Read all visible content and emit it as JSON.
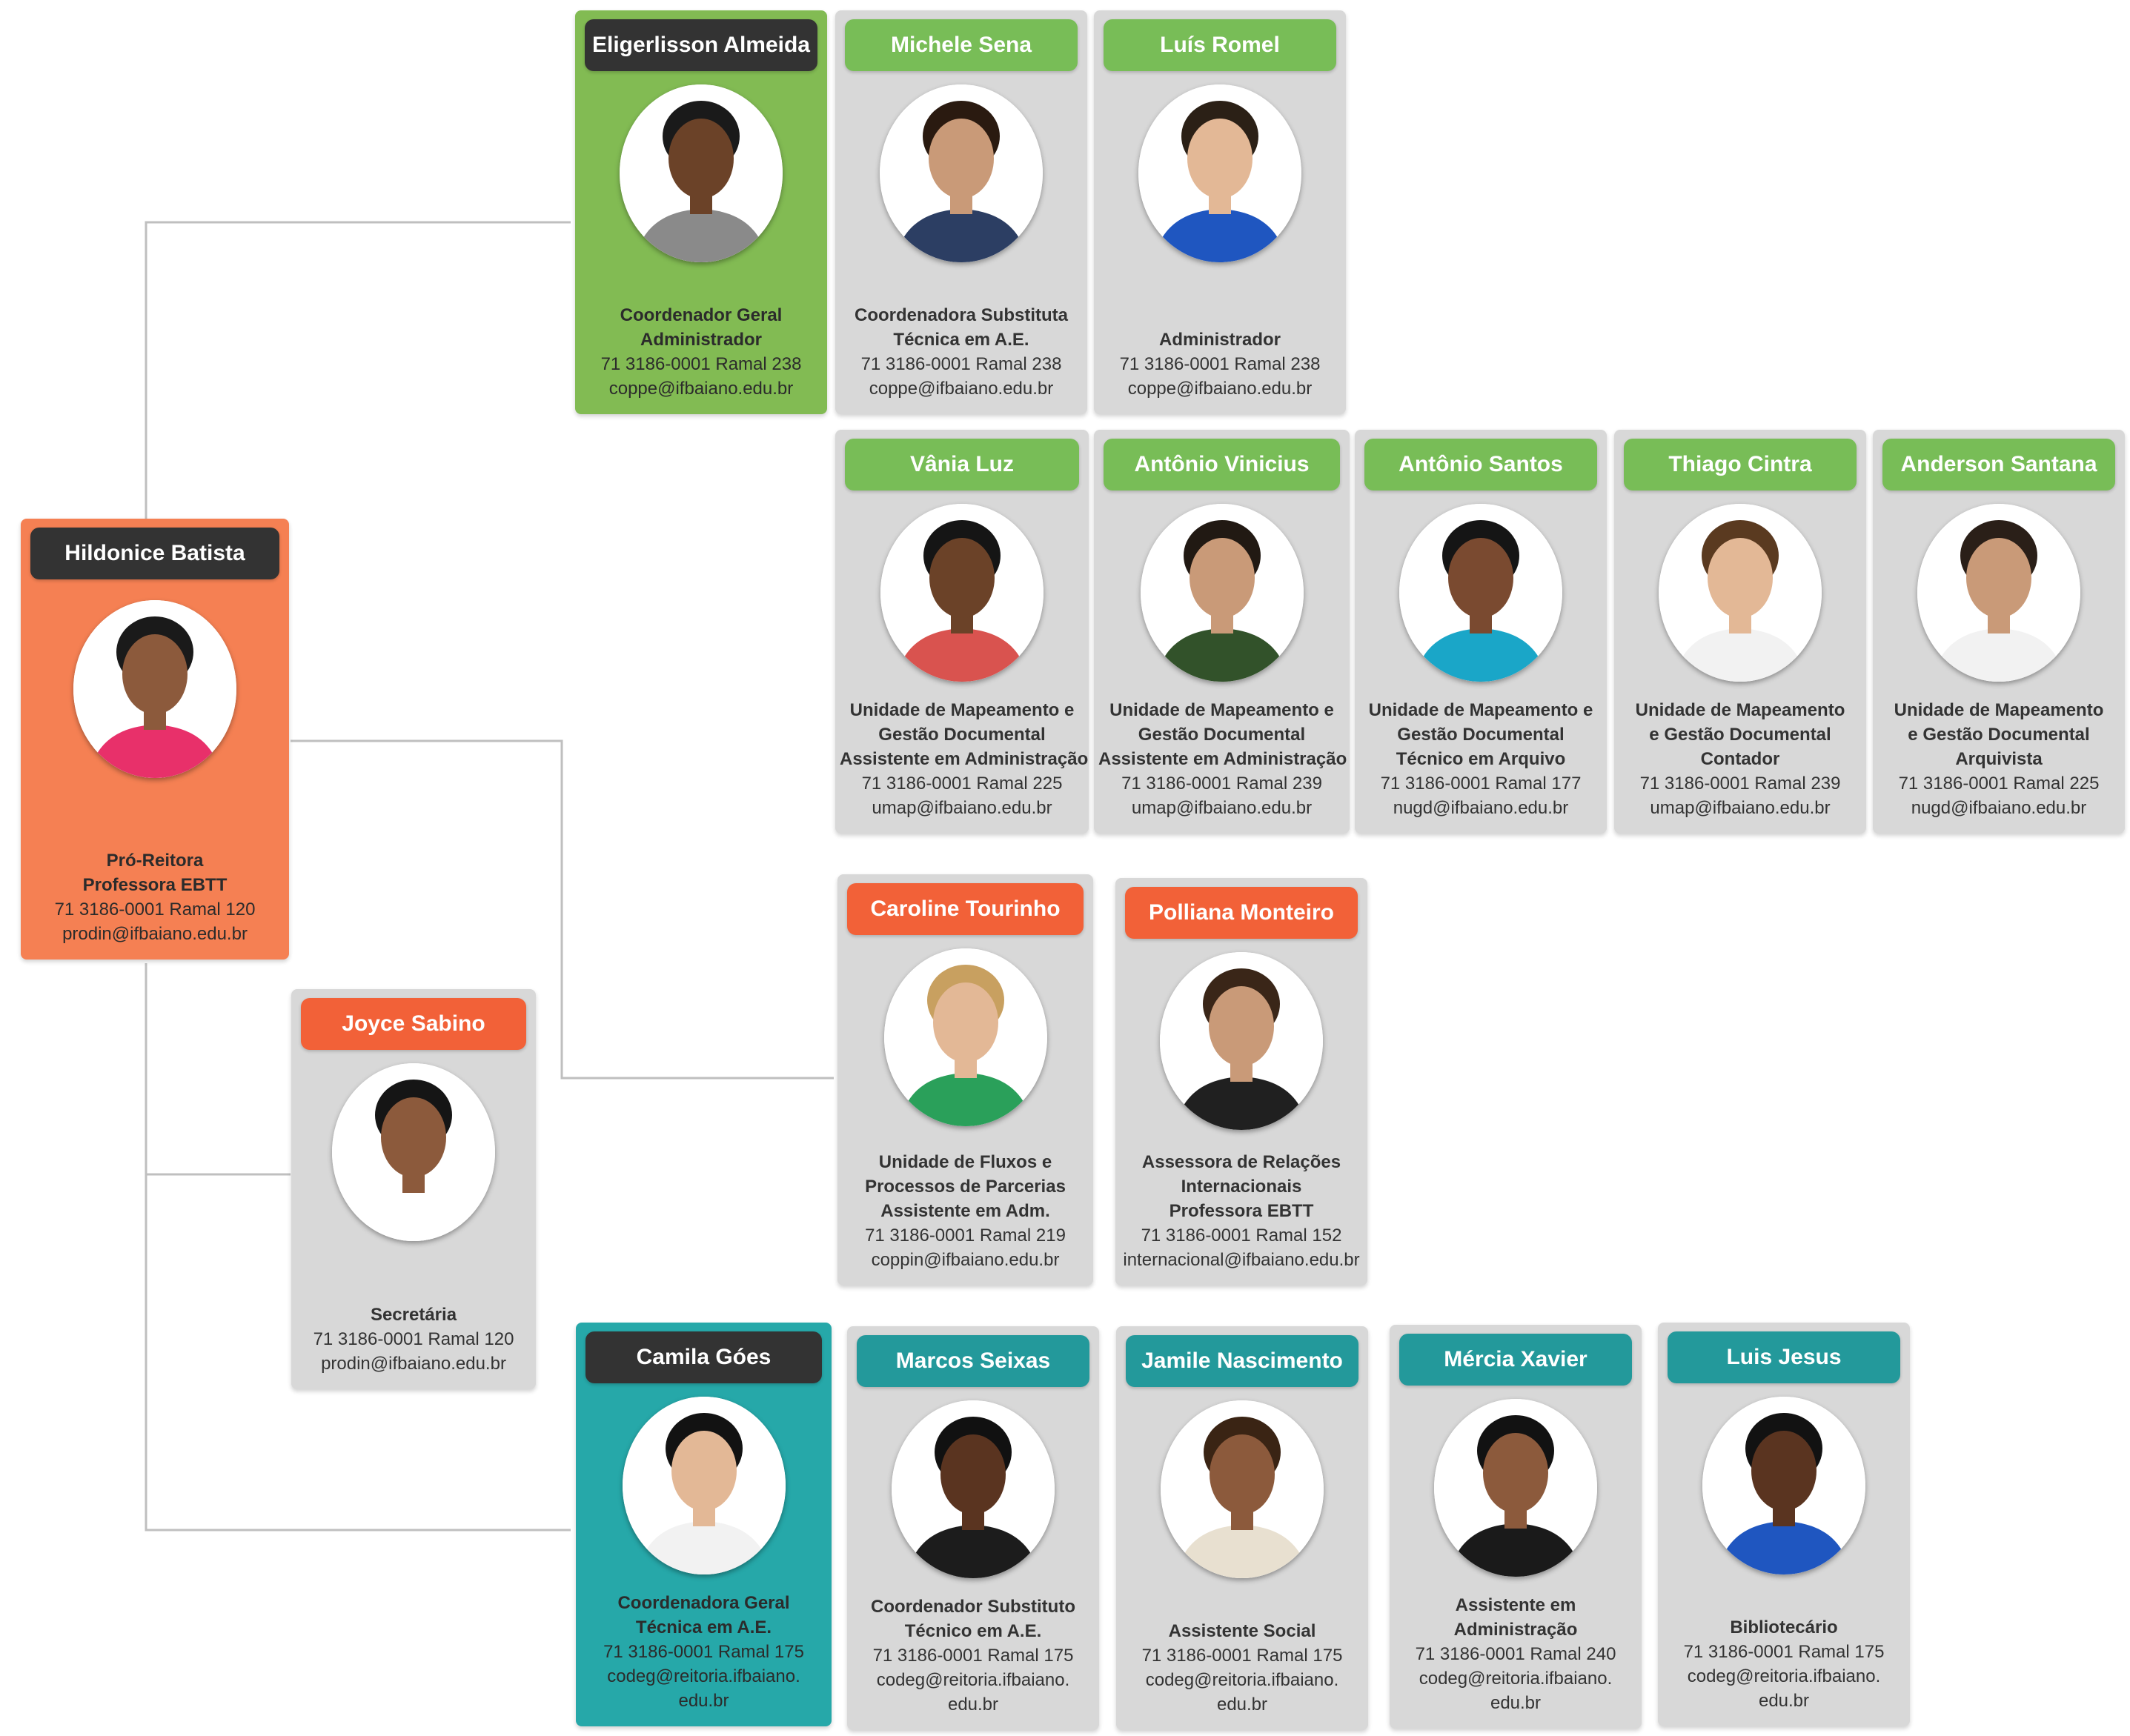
{
  "colors": {
    "head_card": "#f58053",
    "green_label": "#78bd57",
    "orange_label": "#f26138",
    "teal_label": "#23999b",
    "dark_label": "#333333",
    "card_gray": "#d8d8d8",
    "connector": "#bfbfbf"
  },
  "head": {
    "name": "Hildonice Batista",
    "role_lines": [
      "Pró-Reitora",
      "Professora EBTT"
    ],
    "contact_lines": [
      "71 3186-0001 Ramal 120",
      "prodin@ifbaiano.edu.br"
    ]
  },
  "secretary": {
    "name": "Joyce Sabino",
    "role_lines": [
      "Secretária"
    ],
    "contact_lines": [
      "71 3186-0001 Ramal 120",
      "prodin@ifbaiano.edu.br"
    ]
  },
  "coppe": [
    {
      "name": "Eligerlisson Almeida",
      "role_lines": [
        "Coordenador Geral",
        "Administrador"
      ],
      "contact_lines": [
        "71 3186-0001 Ramal 238",
        "coppe@ifbaiano.edu.br"
      ]
    },
    {
      "name": "Michele Sena",
      "role_lines": [
        "Coordenadora Substituta",
        "Técnica em A.E."
      ],
      "contact_lines": [
        "71 3186-0001 Ramal 238",
        "coppe@ifbaiano.edu.br"
      ]
    },
    {
      "name": "Luís Romel",
      "role_lines": [
        "Administrador"
      ],
      "contact_lines": [
        "71 3186-0001 Ramal 238",
        "coppe@ifbaiano.edu.br"
      ]
    }
  ],
  "units": [
    {
      "name": "Vânia Luz",
      "role_lines": [
        "Unidade de Mapeamento e",
        "Gestão Documental",
        "Assistente em Administração"
      ],
      "contact_lines": [
        "71 3186-0001 Ramal 225",
        "umap@ifbaiano.edu.br"
      ]
    },
    {
      "name": "Antônio Vinicius",
      "role_lines": [
        "Unidade de Mapeamento e",
        "Gestão Documental",
        "Assistente em Administração"
      ],
      "contact_lines": [
        "71 3186-0001 Ramal 239",
        "umap@ifbaiano.edu.br"
      ]
    },
    {
      "name": "Antônio Santos",
      "role_lines": [
        "Unidade de Mapeamento e",
        "Gestão Documental",
        "Técnico em Arquivo"
      ],
      "contact_lines": [
        "71 3186-0001 Ramal 177",
        "nugd@ifbaiano.edu.br"
      ]
    },
    {
      "name": "Thiago Cintra",
      "role_lines": [
        "Unidade de Mapeamento",
        "e Gestão Documental",
        "Contador"
      ],
      "contact_lines": [
        "71 3186-0001 Ramal 239",
        "umap@ifbaiano.edu.br"
      ]
    },
    {
      "name": "Anderson Santana",
      "role_lines": [
        "Unidade de Mapeamento",
        "e Gestão Documental",
        "Arquivista"
      ],
      "contact_lines": [
        "71 3186-0001 Ramal 225",
        "nugd@ifbaiano.edu.br"
      ]
    }
  ],
  "partners": [
    {
      "name": "Caroline Tourinho",
      "role_lines": [
        "Unidade de Fluxos e",
        "Processos de Parcerias",
        "Assistente em Adm."
      ],
      "contact_lines": [
        "71 3186-0001 Ramal 219",
        "coppin@ifbaiano.edu.br"
      ]
    },
    {
      "name": "Polliana Monteiro",
      "role_lines": [
        "Assessora de Relações",
        "Internacionais",
        "Professora EBTT"
      ],
      "contact_lines": [
        "71 3186-0001 Ramal 152",
        "internacional@ifbaiano.edu.br"
      ]
    }
  ],
  "codeg": [
    {
      "name": "Camila Góes",
      "role_lines": [
        "Coordenadora Geral",
        "Técnica em A.E."
      ],
      "contact_lines": [
        "71 3186-0001 Ramal 175",
        "codeg@reitoria.ifbaiano.",
        "edu.br"
      ]
    },
    {
      "name": "Marcos Seixas",
      "role_lines": [
        "Coordenador Substituto",
        "Técnico em A.E."
      ],
      "contact_lines": [
        "71 3186-0001 Ramal 175",
        "codeg@reitoria.ifbaiano.",
        "edu.br"
      ]
    },
    {
      "name": "Jamile Nascimento",
      "role_lines": [
        "Assistente Social"
      ],
      "contact_lines": [
        "71 3186-0001 Ramal 175",
        "codeg@reitoria.ifbaiano.",
        "edu.br"
      ]
    },
    {
      "name": "Mércia Xavier",
      "role_lines": [
        "Assistente em",
        "Administração"
      ],
      "contact_lines": [
        "71 3186-0001 Ramal 240",
        "codeg@reitoria.ifbaiano.",
        "edu.br"
      ]
    },
    {
      "name": "Luis Jesus",
      "role_lines": [
        "Bibliotecário"
      ],
      "contact_lines": [
        "71 3186-0001 Ramal 175",
        "codeg@reitoria.ifbaiano.",
        "edu.br"
      ]
    }
  ]
}
